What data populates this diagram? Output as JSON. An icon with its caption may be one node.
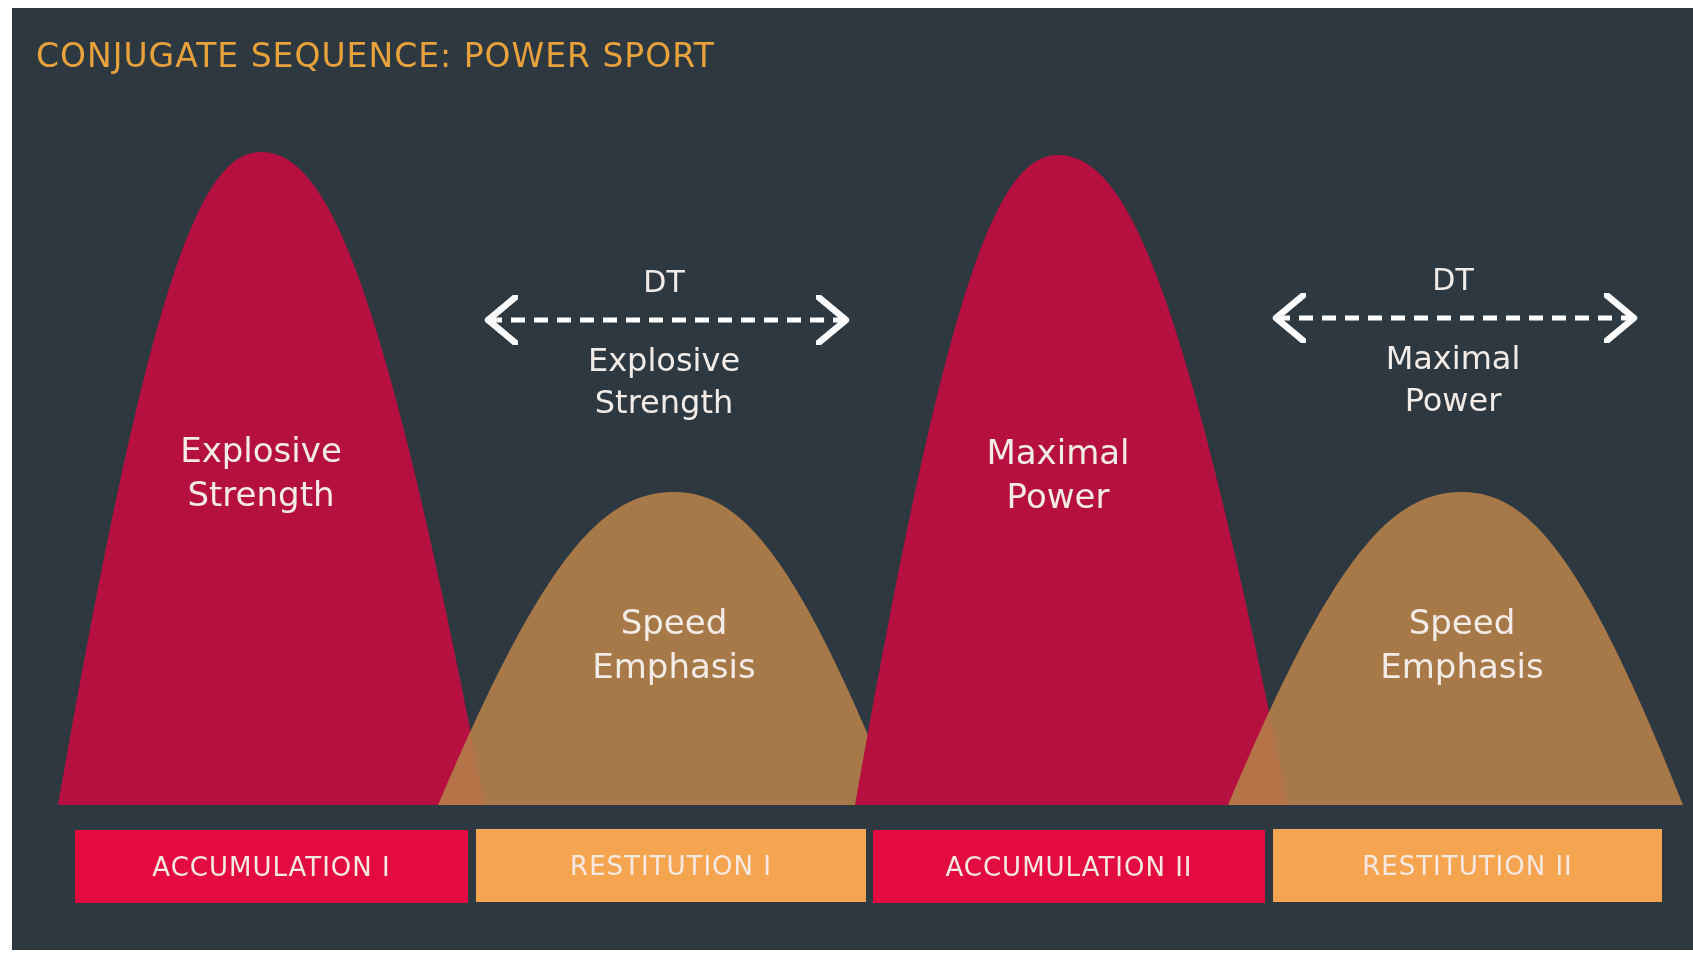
{
  "diagram": {
    "title": "CONJUGATE SEQUENCE: POWER SPORT",
    "nodes": [
      {
        "text": [
          "Explosive Strength"
        ]
      },
      {
        "text": [
          "Speed Emphasis"
        ]
      },
      {
        "text": [
          "Maximal Power"
        ]
      },
      {
        "text": [
          "Speed Emphasis"
        ]
      },
      {
        "text": [
          "ACCUMULATION I"
        ]
      },
      {
        "text": [
          "RESTITUTION I"
        ]
      },
      {
        "text": [
          "ACCUMULATION II"
        ]
      },
      {
        "text": [
          "RESTITUTION II"
        ]
      }
    ],
    "labels": [
      "DT",
      "Explosive Strength",
      "DT",
      "Maximal Power"
    ]
  }
}
